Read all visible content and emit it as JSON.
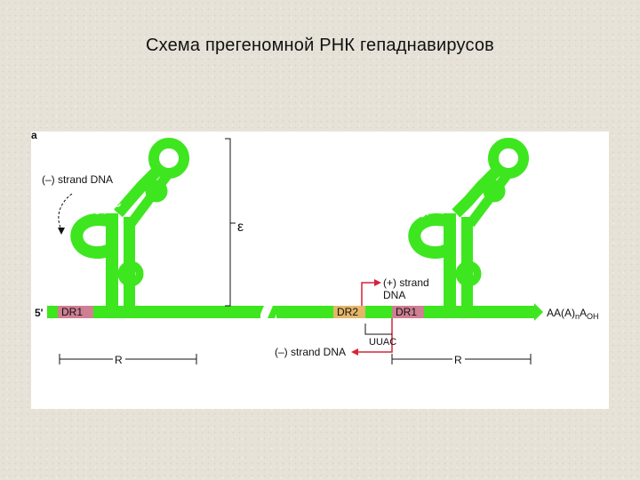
{
  "title": "Схема прегеномной РНК гепаднавирусов",
  "figure": {
    "panel_letter": "a",
    "left": {
      "minus_strand_dna": "(–) strand DNA",
      "uuac": "UUAC",
      "epsilon": "ε",
      "five_prime": "5'",
      "dr1": "DR1",
      "r": "R"
    },
    "right": {
      "plus_strand_dna_line1": "(+) strand",
      "plus_strand_dna_line2": "DNA",
      "dr2": "DR2",
      "dr1": "DR1",
      "uuac_top": "UUAC",
      "uuac_bottom": "UUAC",
      "minus_strand_dna": "(–) strand DNA",
      "r": "R",
      "tail_main": "AA(A)",
      "tail_n": "n",
      "tail_a": "A",
      "tail_oh": "OH"
    },
    "colors": {
      "rna": "#3ee61f",
      "dr1_box": "#cf7f93",
      "dr2_box": "#e3b76a",
      "strand_arrow": "#d4233a"
    }
  }
}
